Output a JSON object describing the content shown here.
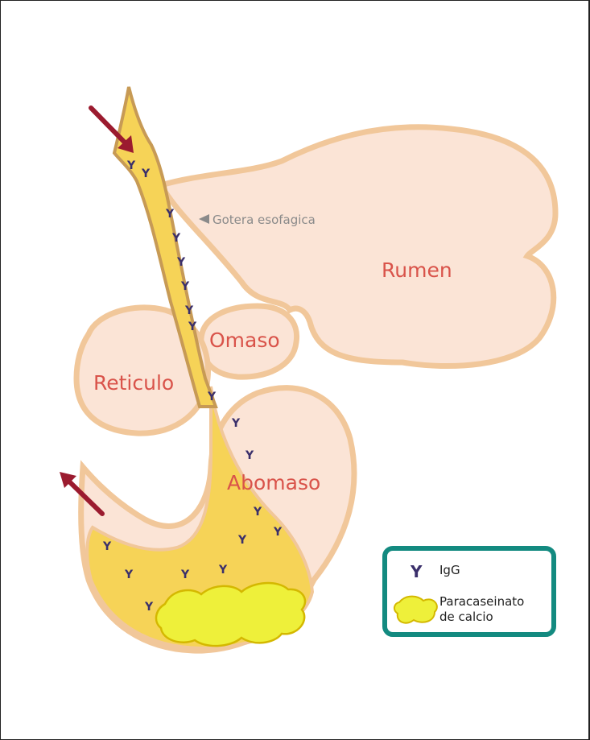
{
  "diagram": {
    "organs": {
      "rumen": "Rumen",
      "reticulo": "Reticulo",
      "omaso": "Omaso",
      "abomaso": "Abomaso"
    },
    "groove_label": "Gotera esofagica",
    "colors": {
      "organ_fill": "#fbe4d6",
      "organ_outline": "#f1c79a",
      "milk_fill": "#f6d357",
      "clot_fill": "#eef03a",
      "clot_outline": "#d4b800",
      "arrow": "#9b1b2f",
      "label": "#d9534a",
      "igg": "#3a2f6b",
      "legend_border": "#138a80"
    }
  },
  "legend": {
    "igg_label": "IgG",
    "igg_icon": "Y",
    "clot_label_line1": "Paracaseinato",
    "clot_label_line2": "de calcio"
  }
}
